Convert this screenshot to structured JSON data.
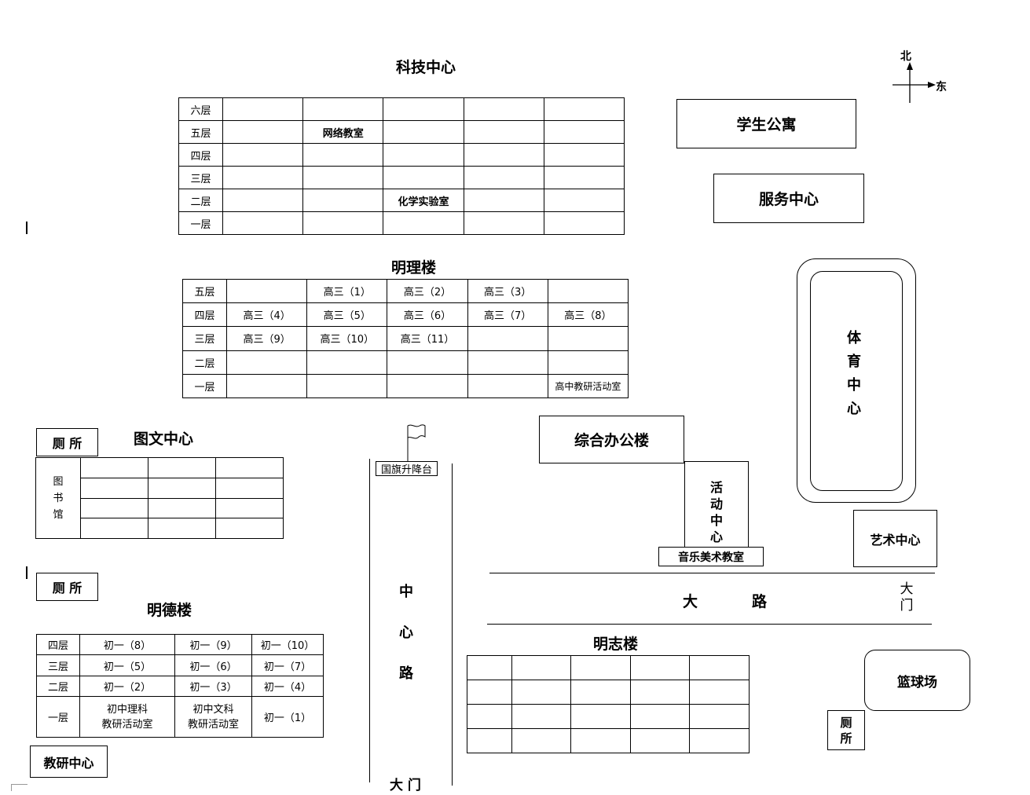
{
  "compass": {
    "north": "北",
    "east": "东"
  },
  "keji": {
    "title": "科技中心",
    "floors": [
      "六层",
      "五层",
      "四层",
      "三层",
      "二层",
      "一层"
    ],
    "rows": [
      [
        "",
        "",
        "",
        "",
        ""
      ],
      [
        "",
        "网络教室",
        "",
        "",
        ""
      ],
      [
        "",
        "",
        "",
        "",
        ""
      ],
      [
        "",
        "",
        "",
        "",
        ""
      ],
      [
        "",
        "",
        "化学实验室",
        "",
        ""
      ],
      [
        "",
        "",
        "",
        "",
        ""
      ]
    ]
  },
  "mingli": {
    "title": "明理楼",
    "floors": [
      "五层",
      "四层",
      "三层",
      "二层",
      "一层"
    ],
    "rows": [
      [
        "",
        "高三（1）",
        "高三（2）",
        "高三（3）",
        ""
      ],
      [
        "高三（4）",
        "高三（5）",
        "高三（6）",
        "高三（7）",
        "高三（8）"
      ],
      [
        "高三（9）",
        "高三（10）",
        "高三（11）",
        "",
        ""
      ],
      [
        "",
        "",
        "",
        "",
        ""
      ],
      [
        "",
        "",
        "",
        "",
        "高中教研活动室"
      ]
    ]
  },
  "tuwen": {
    "title": "图文中心",
    "library": "图书馆"
  },
  "mingde": {
    "title": "明德楼",
    "floors": [
      "四层",
      "三层",
      "二层",
      "一层"
    ],
    "rows": [
      [
        "初一（8）",
        "初一（9）",
        "初一（10）"
      ],
      [
        "初一（5）",
        "初一（6）",
        "初一（7）"
      ],
      [
        "初一（2）",
        "初一（3）",
        "初一（4）"
      ],
      [
        "初中理科\n教研活动室",
        "初中文科\n教研活动室",
        "初一（1）"
      ]
    ]
  },
  "mingzhi": {
    "title": "明志楼"
  },
  "labels": {
    "toilet": "厕 所",
    "toilet_v": "厕所",
    "jiaoyan": "教研中心",
    "student_apt": "学生公寓",
    "service": "服务中心",
    "sports": "体育中心",
    "office": "综合办公楼",
    "activity": "活动中心",
    "music_art": "音乐美术教室",
    "art_center": "艺术中心",
    "basketball": "篮球场",
    "flag": "国旗升降台",
    "center_road": "中心路",
    "main_road_1": "大",
    "main_road_2": "路",
    "gate": "大门",
    "gate_bottom": "大 门"
  }
}
